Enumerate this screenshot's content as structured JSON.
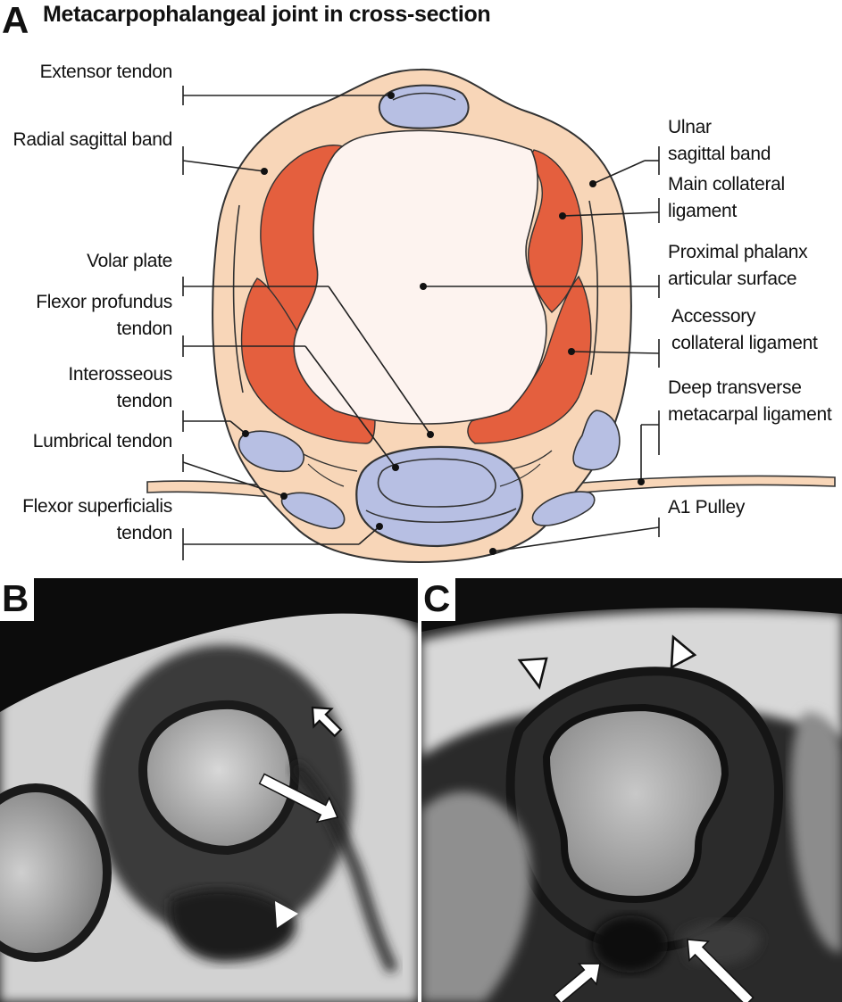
{
  "panels": {
    "a": {
      "letter": "A",
      "title": "Metacarpophalangeal joint in cross-section"
    },
    "b": {
      "letter": "B"
    },
    "c": {
      "letter": "C"
    }
  },
  "labels_left": {
    "extensor": [
      "Extensor tendon"
    ],
    "radial_band": [
      "Radial sagittal band"
    ],
    "volar_plate": [
      "Volar plate"
    ],
    "flexor_profundus": [
      "Flexor profundus",
      "tendon"
    ],
    "interosseous": [
      "Interosseous",
      "tendon"
    ],
    "lumbrical": [
      "Lumbrical tendon"
    ],
    "flexor_superficialis": [
      "Flexor superficialis",
      "tendon"
    ]
  },
  "labels_right": {
    "ulnar_band": [
      "Ulnar",
      "sagittal band"
    ],
    "main_collateral": [
      "Main collateral",
      "ligament"
    ],
    "proximal_phalanx": [
      "Proximal phalanx",
      "articular surface"
    ],
    "accessory_collateral": [
      "Accessory",
      "collateral ligament"
    ],
    "deep_transverse": [
      "Deep transverse",
      "metacarpal ligament"
    ],
    "a1_pulley": [
      "A1 Pulley"
    ]
  },
  "colors": {
    "soft_tissue": "#f8d6b8",
    "ligament": "#e45f3e",
    "tendon": "#b7bfe3",
    "articular": "#fdf3ef",
    "outline": "#333333"
  }
}
